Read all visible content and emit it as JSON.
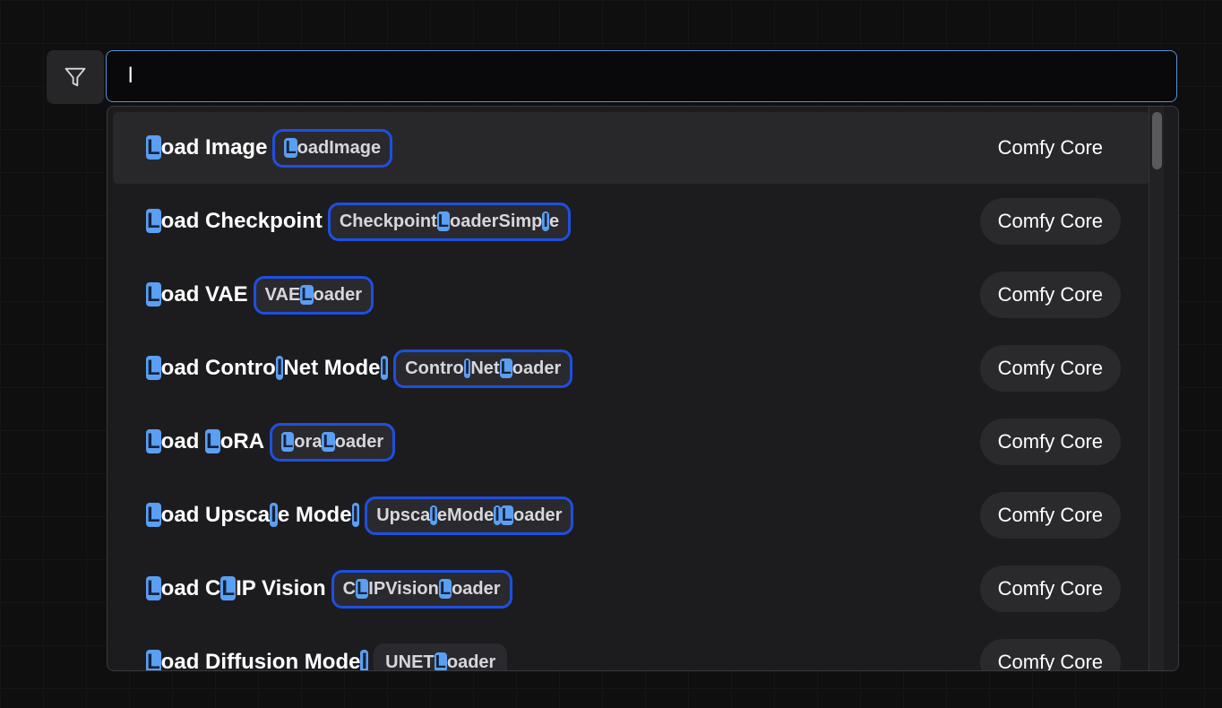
{
  "search": {
    "value": "l",
    "placeholder": ""
  },
  "filter_icon": "filter-icon",
  "colors": {
    "accent": "#5b9ff2",
    "tag_border": "#1f4fe0",
    "input_border": "#5a8fd6"
  },
  "results": [
    {
      "name": "Load Image",
      "node": "LoadImage",
      "category": "Comfy Core",
      "active": true,
      "outlined": true
    },
    {
      "name": "Load Checkpoint",
      "node": "CheckpointLoaderSimple",
      "category": "Comfy Core",
      "outlined": true
    },
    {
      "name": "Load VAE",
      "node": "VAELoader",
      "category": "Comfy Core",
      "outlined": true
    },
    {
      "name": "Load ControlNet Model",
      "node": "ControlNetLoader",
      "category": "Comfy Core",
      "outlined": true
    },
    {
      "name": "Load LoRA",
      "node": "LoraLoader",
      "category": "Comfy Core",
      "outlined": true
    },
    {
      "name": "Load Upscale Model",
      "node": "UpscaleModelLoader",
      "category": "Comfy Core",
      "outlined": true
    },
    {
      "name": "Load CLIP Vision",
      "node": "CLIPVisionLoader",
      "category": "Comfy Core",
      "outlined": true
    },
    {
      "name": "Load Diffusion Model",
      "node": "UNETLoader",
      "category": "Comfy Core",
      "outlined": false
    }
  ]
}
